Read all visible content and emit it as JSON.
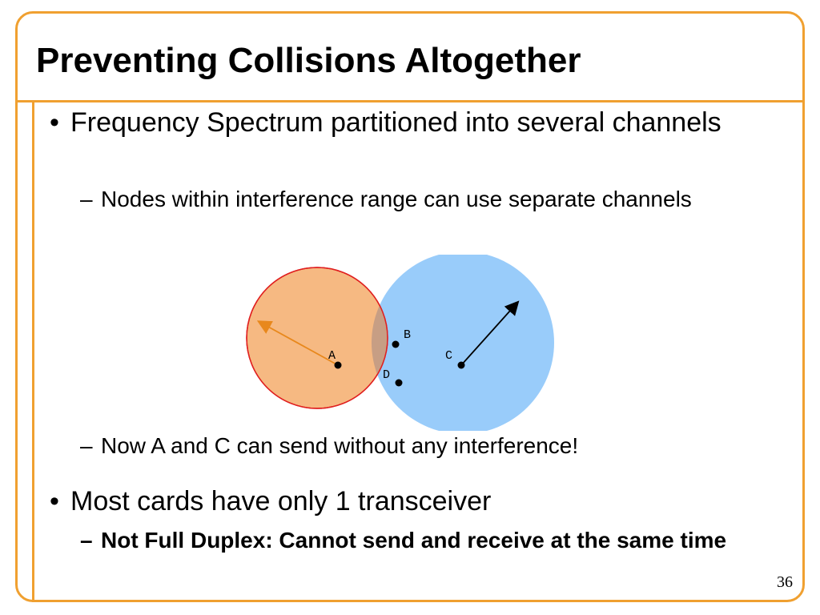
{
  "slide": {
    "title": "Preventing Collisions Altogether",
    "page_number": "36",
    "accent_color": "#f0a030"
  },
  "bullets": [
    {
      "mark": "•",
      "text": "Frequency Spectrum partitioned into several channels",
      "subs": [
        {
          "mark": "–",
          "text": "Nodes within interference range can use separate channels"
        },
        {
          "mark": "–",
          "text": "Now A and C can send without any interference!"
        }
      ]
    },
    {
      "mark": "•",
      "text": "Most cards have only 1 transceiver",
      "subs": [
        {
          "mark": "–",
          "text": "Not Full Duplex:  Cannot send and receive at the same time"
        }
      ]
    }
  ],
  "diagram": {
    "nodes": {
      "a": "A",
      "b": "B",
      "c": "C",
      "d": "D"
    },
    "colors": {
      "circle_a_fill": "#f6b982",
      "circle_a_stroke": "#e02020",
      "circle_c_fill": "#99ccfa",
      "overlap_fill": "#c79e84",
      "arrow_a": "#e8881c",
      "arrow_c": "#000000"
    }
  }
}
